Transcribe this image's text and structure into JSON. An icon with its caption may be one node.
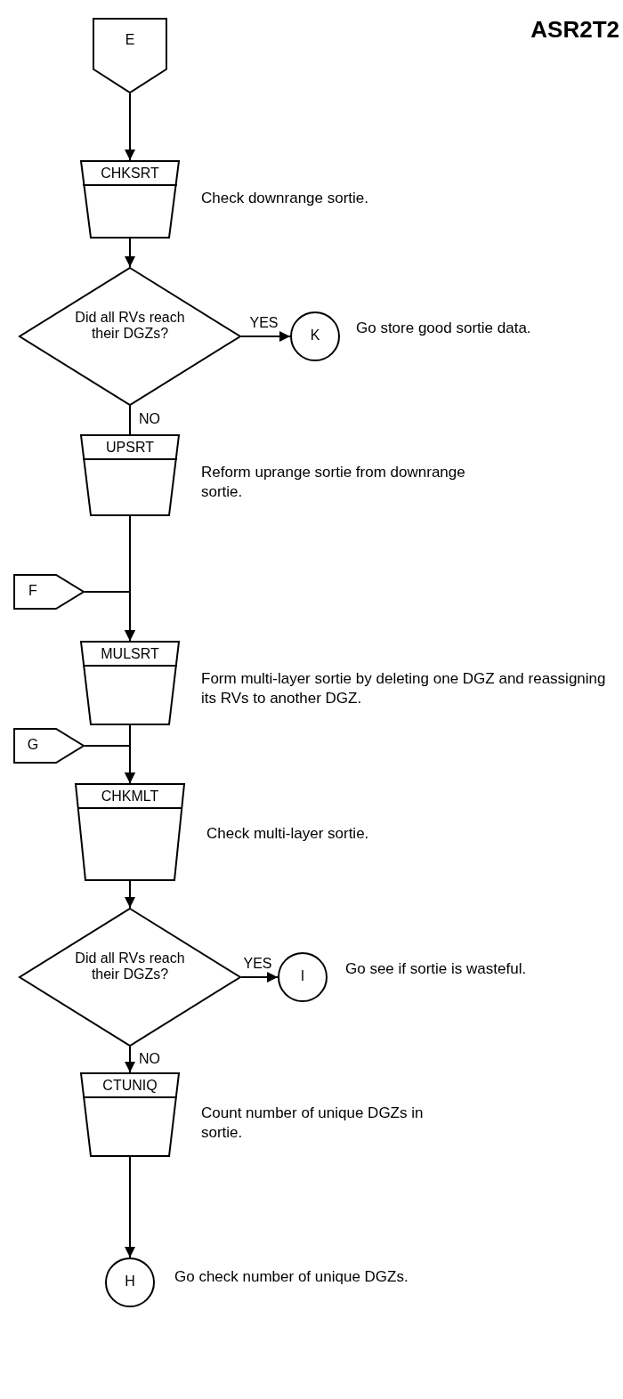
{
  "diagram": {
    "title": "ASR2T2",
    "nodes": [
      {
        "text": [
          "E"
        ]
      },
      {
        "text": [
          "CHKSRT"
        ],
        "beside": [
          "Check downrange sortie."
        ]
      },
      {
        "text": [
          "Did all RVs reach their DGZs?"
        ]
      },
      {
        "text": [
          "K"
        ],
        "beside": [
          "Go store good sortie data."
        ]
      },
      {
        "text": [
          "UPSRT"
        ],
        "beside": [
          "Reform uprange sortie from downrange sortie."
        ]
      },
      {
        "text": [
          "F"
        ]
      },
      {
        "text": [
          "MULSRT"
        ],
        "beside": [
          "Form multi-layer sortie by deleting one DGZ and reassigning its RVs to another DGZ."
        ]
      },
      {
        "text": [
          "G"
        ]
      },
      {
        "text": [
          "CHKMLT"
        ],
        "beside": [
          "Check multi-layer sortie."
        ]
      },
      {
        "text": [
          "Did all RVs reach their DGZs?"
        ]
      },
      {
        "text": [
          "I"
        ],
        "beside": [
          "Go see if sortie is wasteful."
        ]
      },
      {
        "text": [
          "CTUNIQ"
        ],
        "beside": [
          "Count number of unique DGZs in sortie."
        ]
      },
      {
        "text": [
          "H"
        ],
        "beside": [
          "Go check number of unique DGZs."
        ]
      }
    ],
    "edges": [
      {
        "from": 0,
        "to": 1,
        "arrow": "to"
      },
      {
        "from": 1,
        "to": 2,
        "arrow": "to"
      },
      {
        "from": 2,
        "to": 3,
        "arrow": "to",
        "label": "YES"
      },
      {
        "from": 2,
        "to": 4,
        "arrow": "none",
        "label": "NO"
      },
      {
        "from": 4,
        "to": 6,
        "arrow": "to"
      },
      {
        "from": 5,
        "to": 6,
        "arrow": "to"
      },
      {
        "from": 6,
        "to": 8,
        "arrow": "to"
      },
      {
        "from": 7,
        "to": 8,
        "arrow": "to"
      },
      {
        "from": 8,
        "to": 9,
        "arrow": "to"
      },
      {
        "from": 9,
        "to": 10,
        "arrow": "to",
        "label": "YES"
      },
      {
        "from": 9,
        "to": 11,
        "arrow": "to",
        "label": "NO"
      },
      {
        "from": 11,
        "to": 12,
        "arrow": "to"
      }
    ]
  }
}
